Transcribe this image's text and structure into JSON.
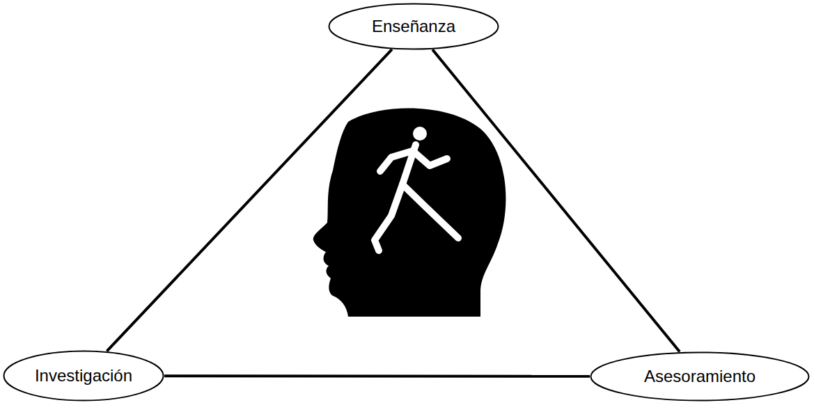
{
  "diagram": {
    "nodes": [
      {
        "text": [
          "Enseñanza"
        ]
      },
      {
        "text": [
          "Investigación"
        ]
      },
      {
        "text": [
          "Asesoramiento"
        ]
      }
    ],
    "edges": [
      {
        "from": 0,
        "to": 1,
        "arrow": "none"
      },
      {
        "from": 0,
        "to": 2,
        "arrow": "none"
      },
      {
        "from": 1,
        "to": 2,
        "arrow": "none"
      }
    ]
  }
}
